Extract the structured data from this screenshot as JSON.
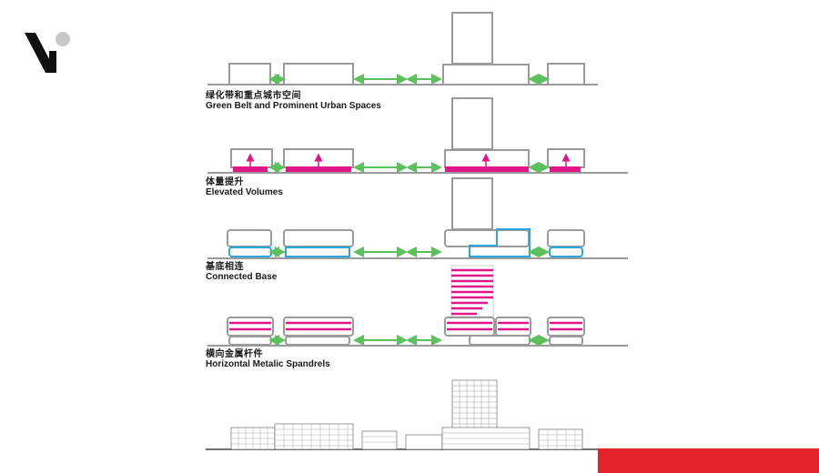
{
  "slide": {
    "colors": {
      "accent": "#e3222a",
      "green": "#5cc05c",
      "magenta": "#e2158a",
      "blue": "#2aa6dd",
      "gray": "#9a9a9a"
    },
    "logo_icon": "brand-logo-icon"
  },
  "steps": [
    {
      "zh": "绿化带和重点城市空间",
      "en": "Green Belt and Prominent Urban Spaces"
    },
    {
      "zh": "体量提升",
      "en": "Elevated Volumes"
    },
    {
      "zh": "基底相连",
      "en": "Connected Base"
    },
    {
      "zh": "横向金属杆件",
      "en": "Horizontal Metalic Spandrels"
    }
  ]
}
